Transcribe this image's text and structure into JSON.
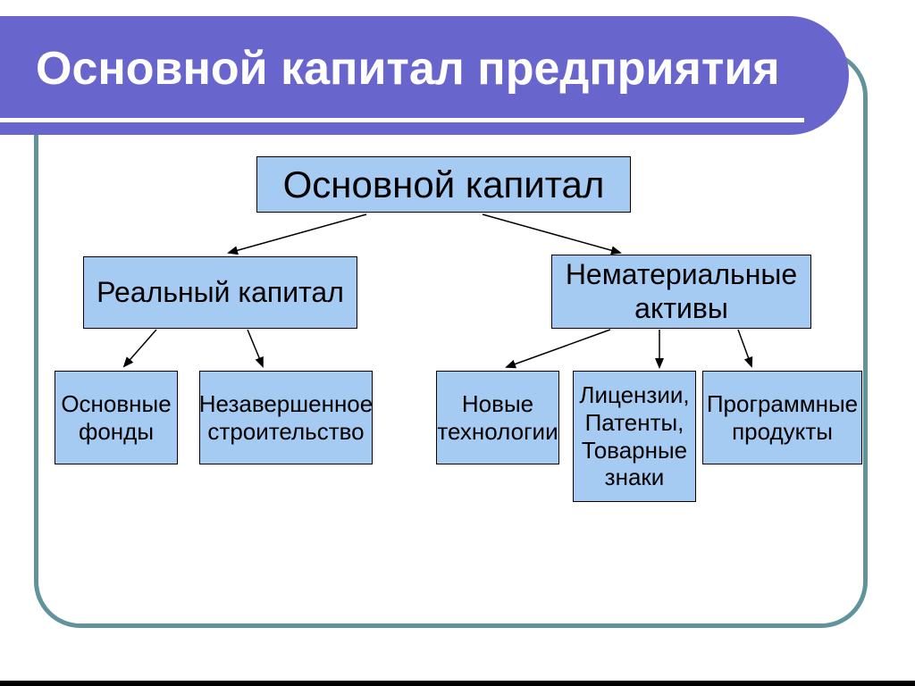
{
  "slide": {
    "title": "Основной капитал предприятия"
  },
  "tree": {
    "root": {
      "label": "Основной капитал"
    },
    "left": {
      "label": "Реальный капитал",
      "children": [
        {
          "label": "Основные фонды"
        },
        {
          "label": "Незавершенное строительство"
        }
      ]
    },
    "right": {
      "label": "Нематериальные активы",
      "children": [
        {
          "label": "Новые технологии"
        },
        {
          "label": "Лицензии, Патенты, Товарные знаки"
        },
        {
          "label": "Программные продукты"
        }
      ]
    }
  },
  "colors": {
    "banner_purple": "#6866CC",
    "box_fill_blue": "#A5CBF3",
    "box_border": "#000000",
    "frame_teal": "#60939B",
    "title_text": "#FFFFFF",
    "arrow": "#000000",
    "bottom_bar": "#000000"
  }
}
